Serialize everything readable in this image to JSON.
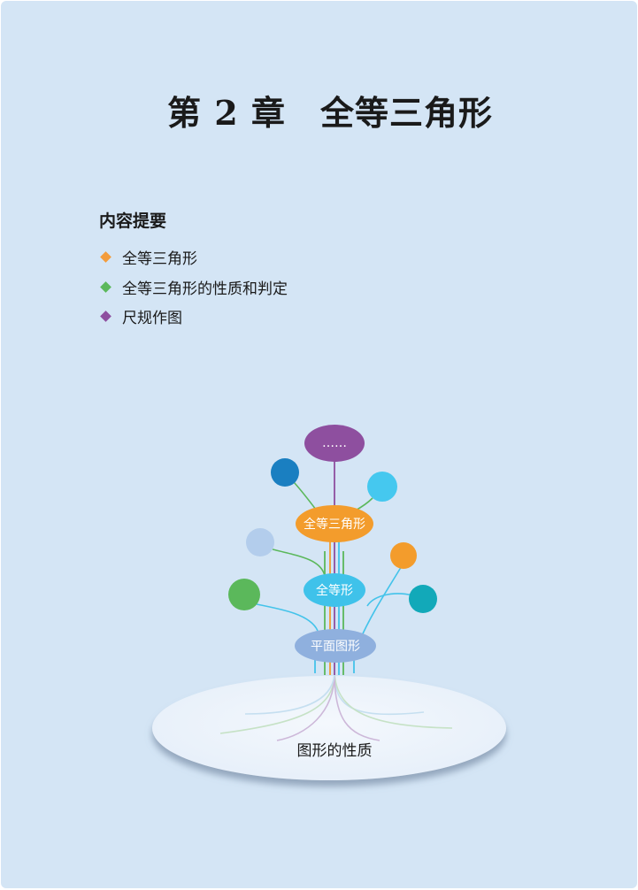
{
  "chapter": {
    "title": "第 2 章　全等三角形"
  },
  "summary": {
    "heading": "内容提要",
    "items": [
      {
        "label": "全等三角形",
        "color": "#f39c3c"
      },
      {
        "label": "全等三角形的性质和判定",
        "color": "#5bb85b"
      },
      {
        "label": "尺规作图",
        "color": "#8e4f9f"
      }
    ]
  },
  "diagram": {
    "top_label": "……",
    "node_triangle": "全等三角形",
    "node_congruent": "全等形",
    "node_plane": "平面图形",
    "base_label": "图形的性质",
    "colors": {
      "purple": "#8e4f9f",
      "orange": "#f39c2c",
      "cyan": "#3fc2ea",
      "lavender": "#8fb0de",
      "green": "#5bb85b",
      "dark_blue": "#1a7fc1",
      "sky": "#45c8ef",
      "pale_blue": "#b3cdec",
      "orange_small": "#f39c2c",
      "teal": "#12a9b9"
    }
  }
}
